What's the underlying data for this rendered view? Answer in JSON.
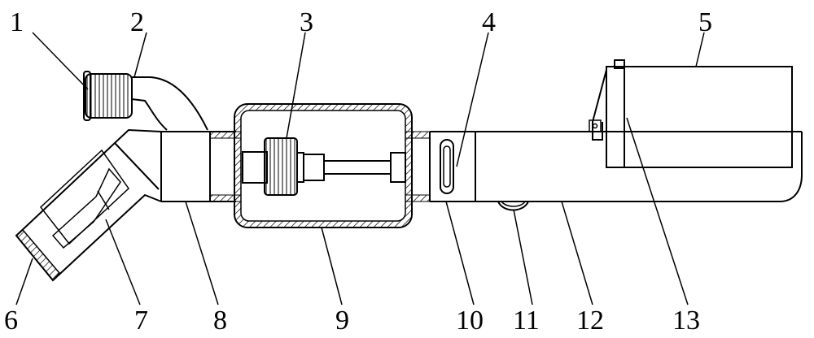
{
  "labels": {
    "n1": "1",
    "n2": "2",
    "n3": "3",
    "n4": "4",
    "n5": "5",
    "n6": "6",
    "n7": "7",
    "n8": "8",
    "n9": "9",
    "n10": "10",
    "n11": "11",
    "n12": "12",
    "n13": "13"
  },
  "colors": {
    "line": "#000000",
    "background": "#ffffff"
  }
}
